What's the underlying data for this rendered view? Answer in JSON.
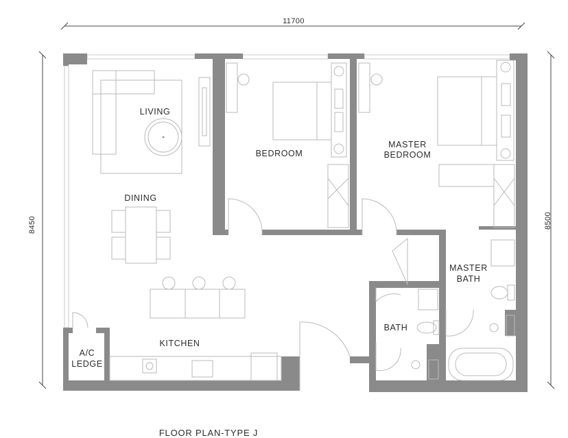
{
  "dimensions": {
    "top": "11700",
    "left": "8450",
    "right": "8500"
  },
  "rooms": {
    "living": "LIVING",
    "bedroom": "BEDROOM",
    "master_bedroom_line1": "MASTER",
    "master_bedroom_line2": "BEDROOM",
    "dining": "DINING",
    "master_bath_line1": "MASTER",
    "master_bath_line2": "BATH",
    "kitchen": "KITCHEN",
    "bath": "BATH",
    "ac_ledge_line1": "A/C",
    "ac_ledge_line2": "LEDGE"
  },
  "title": "FLOOR PLAN-TYPE J",
  "colors": {
    "wall": "#8a8a8a",
    "fixture": "#b9b9b9",
    "text": "#2b2b2b"
  }
}
